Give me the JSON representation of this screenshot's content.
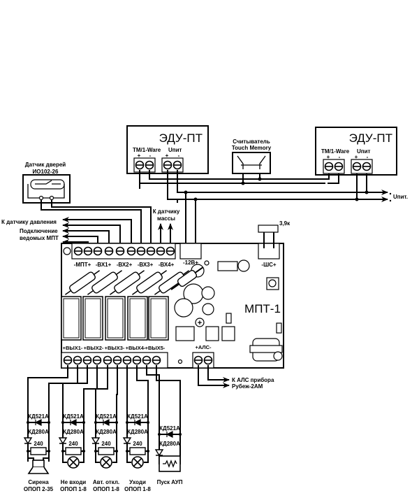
{
  "devices": {
    "edu_left": {
      "title": "ЭДУ-ПТ",
      "tm_label": "TM/1-Ware",
      "upit_label": "Uпит",
      "plus": "+",
      "minus": "-"
    },
    "edu_right": {
      "title": "ЭДУ-ПТ",
      "tm_label": "TM/1-Ware",
      "upit_label": "Uпит",
      "plus": "+",
      "minus": "-"
    },
    "reader": {
      "line1": "Считыватель",
      "line2": "Touch Memory"
    },
    "door_sensor": {
      "line1": "Датчик дверей",
      "line2": "ИО102-26"
    },
    "mpt": {
      "title": "МПТ-1"
    }
  },
  "labels": {
    "upit_out": "Uпит.",
    "pressure": "К датчику давления",
    "slave_line1": "Подключение",
    "slave_line2": "ведомых МПТ",
    "mass_line1": "К датчику",
    "mass_line2": "массы",
    "resistor_shs": "3,9к",
    "als_line1": "К АЛС прибора",
    "als_line2": "Рубеж-2АМ"
  },
  "terminals_top": [
    "-МПТ+",
    "-ВХ1+",
    "-ВХ2+",
    "-ВХ3+",
    "-ВХ4+",
    "-12В+",
    "-ШС+"
  ],
  "terminals_bottom": [
    "+ВЫХ1-",
    "+ВЫХ2-",
    "+ВЫХ3-",
    "+ВЫХ4-",
    "+ВЫХ5-",
    "+АЛС-"
  ],
  "outputs": [
    {
      "diode1": "КД521А",
      "diode2": "КД280А",
      "resistor": "240",
      "load": "siren",
      "name1": "Сирена",
      "name2": "ОПОП 2-35"
    },
    {
      "diode1": "КД521А",
      "diode2": "КД280А",
      "resistor": "240",
      "load": "lamp",
      "name1": "Не входи",
      "name2": "ОПОП 1-8"
    },
    {
      "diode1": "КД521А",
      "diode2": "КД280А",
      "resistor": "240",
      "load": "lamp",
      "name1": "Авт. откл.",
      "name2": "ОПОП 1-8"
    },
    {
      "diode1": "КД521А",
      "diode2": "КД280А",
      "resistor": "240",
      "load": "lamp",
      "name1": "Уходи",
      "name2": "ОПОП 1-8"
    },
    {
      "diode1": "КД521А",
      "diode2": "КД280А",
      "resistor": "",
      "load": "heater",
      "name1": "Пуск АУП",
      "name2": ""
    }
  ]
}
